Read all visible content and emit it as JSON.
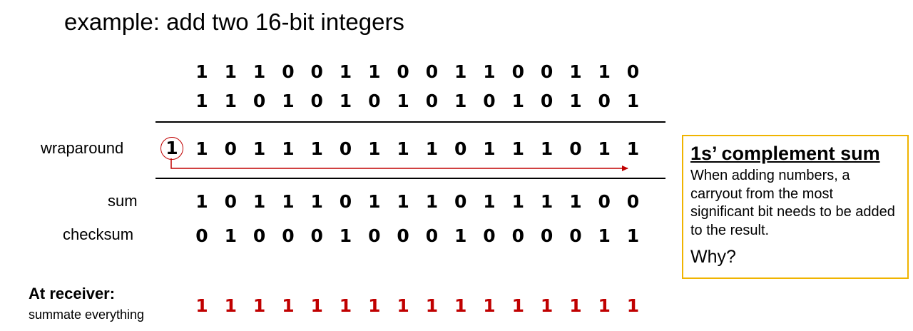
{
  "title": "example: add two 16-bit integers",
  "rows": {
    "a": {
      "label": "",
      "bits": [
        "1",
        "1",
        "1",
        "0",
        "0",
        "1",
        "1",
        "0",
        "0",
        "1",
        "1",
        "0",
        "0",
        "1",
        "1",
        "0"
      ]
    },
    "b": {
      "label": "",
      "bits": [
        "1",
        "1",
        "0",
        "1",
        "0",
        "1",
        "0",
        "1",
        "0",
        "1",
        "0",
        "1",
        "0",
        "1",
        "0",
        "1"
      ]
    },
    "wraparound": {
      "label": "wraparound",
      "carry": "1",
      "bits": [
        "1",
        "0",
        "1",
        "1",
        "1",
        "0",
        "1",
        "1",
        "1",
        "0",
        "1",
        "1",
        "1",
        "0",
        "1",
        "1"
      ]
    },
    "sum": {
      "label": "sum",
      "bits": [
        "1",
        "0",
        "1",
        "1",
        "1",
        "0",
        "1",
        "1",
        "1",
        "0",
        "1",
        "1",
        "1",
        "1",
        "0",
        "0"
      ]
    },
    "checksum": {
      "label": "checksum",
      "bits": [
        "0",
        "1",
        "0",
        "0",
        "0",
        "1",
        "0",
        "0",
        "0",
        "1",
        "0",
        "0",
        "0",
        "0",
        "1",
        "1"
      ]
    },
    "receiver": {
      "label": "At receiver:",
      "sublabel": "summate everything",
      "bits": [
        "1",
        "1",
        "1",
        "1",
        "1",
        "1",
        "1",
        "1",
        "1",
        "1",
        "1",
        "1",
        "1",
        "1",
        "1",
        "1"
      ]
    }
  },
  "callout": {
    "title": "1s’ complement sum",
    "body": "When adding numbers, a carryout from the most significant bit needs to be added to the result.",
    "question": "Why?"
  },
  "colors": {
    "accent_red": "#c00000",
    "box_border": "#f0b400"
  }
}
